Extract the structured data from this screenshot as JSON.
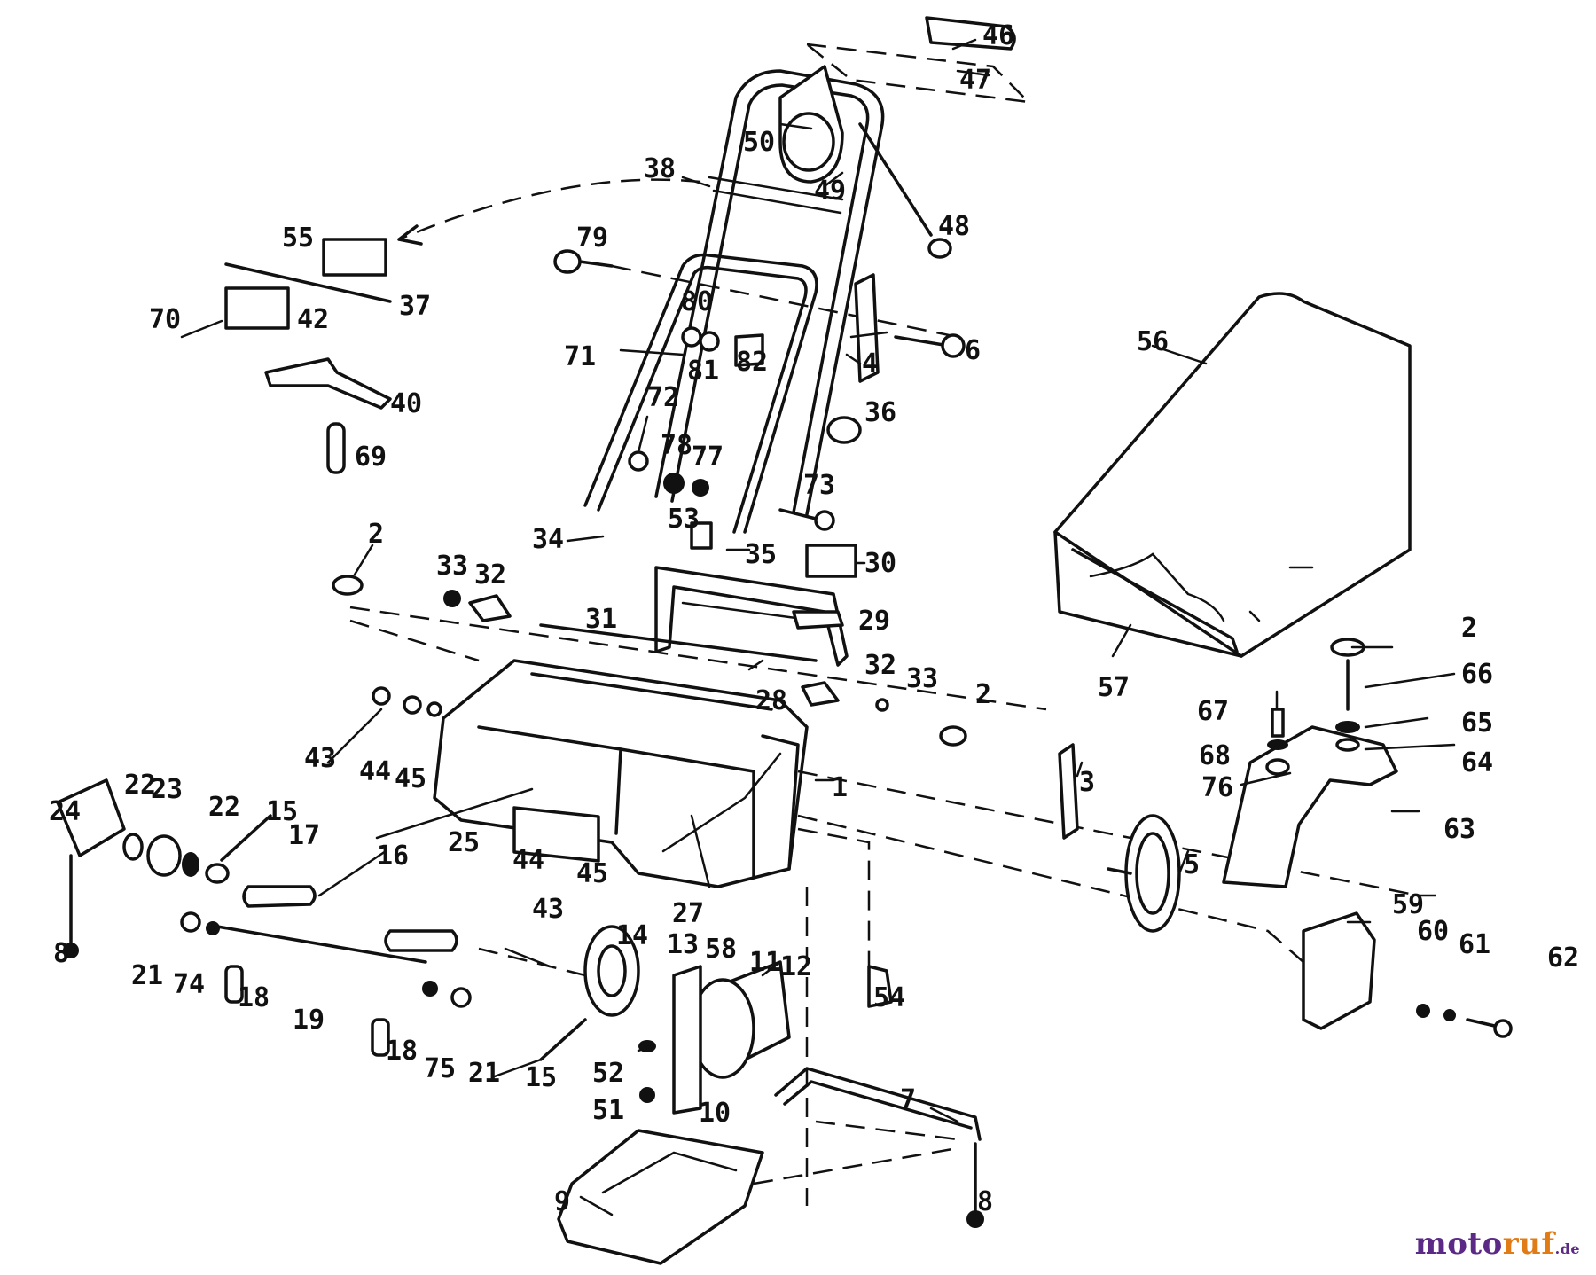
{
  "labels": [
    "46",
    "47",
    "50",
    "49",
    "48",
    "38",
    "79",
    "55",
    "37",
    "70",
    "42",
    "40",
    "69",
    "80",
    "81",
    "82",
    "71",
    "6",
    "4",
    "36",
    "56",
    "72",
    "78",
    "77",
    "73",
    "53",
    "34",
    "35",
    "30",
    "2",
    "33",
    "32",
    "31",
    "29",
    "32",
    "33",
    "2",
    "28",
    "43",
    "44",
    "45",
    "1",
    "3",
    "57",
    "2",
    "66",
    "67",
    "65",
    "68",
    "64",
    "76",
    "63",
    "24",
    "22",
    "23",
    "22",
    "15",
    "17",
    "25",
    "44",
    "45",
    "43",
    "27",
    "5",
    "16",
    "8",
    "21",
    "74",
    "18",
    "19",
    "14",
    "13",
    "58",
    "11",
    "12",
    "59",
    "60",
    "61",
    "62",
    "54",
    "18",
    "75",
    "21",
    "15",
    "52",
    "51",
    "10",
    "7",
    "9",
    "8"
  ],
  "watermark": {
    "part_a": "moto",
    "part_b": "ruf",
    "part_c": ".de"
  }
}
